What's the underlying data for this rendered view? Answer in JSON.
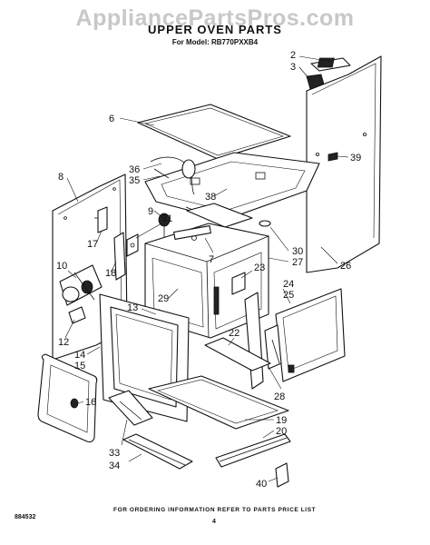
{
  "watermark": "AppliancePartsPros.com",
  "title": "UPPER OVEN PARTS",
  "model": "For Model: RB770PXXB4",
  "footer": "FOR ORDERING INFORMATION REFER TO PARTS PRICE LIST",
  "doc_number": "884532",
  "page_number": "4",
  "callouts": [
    "2",
    "3",
    "6",
    "39",
    "36",
    "35",
    "38",
    "8",
    "9",
    "31",
    "17",
    "18",
    "10",
    "7",
    "30",
    "27",
    "23",
    "26",
    "24",
    "25",
    "29",
    "13",
    "12",
    "14",
    "15",
    "22",
    "16",
    "28",
    "19",
    "20",
    "33",
    "34",
    "40"
  ]
}
